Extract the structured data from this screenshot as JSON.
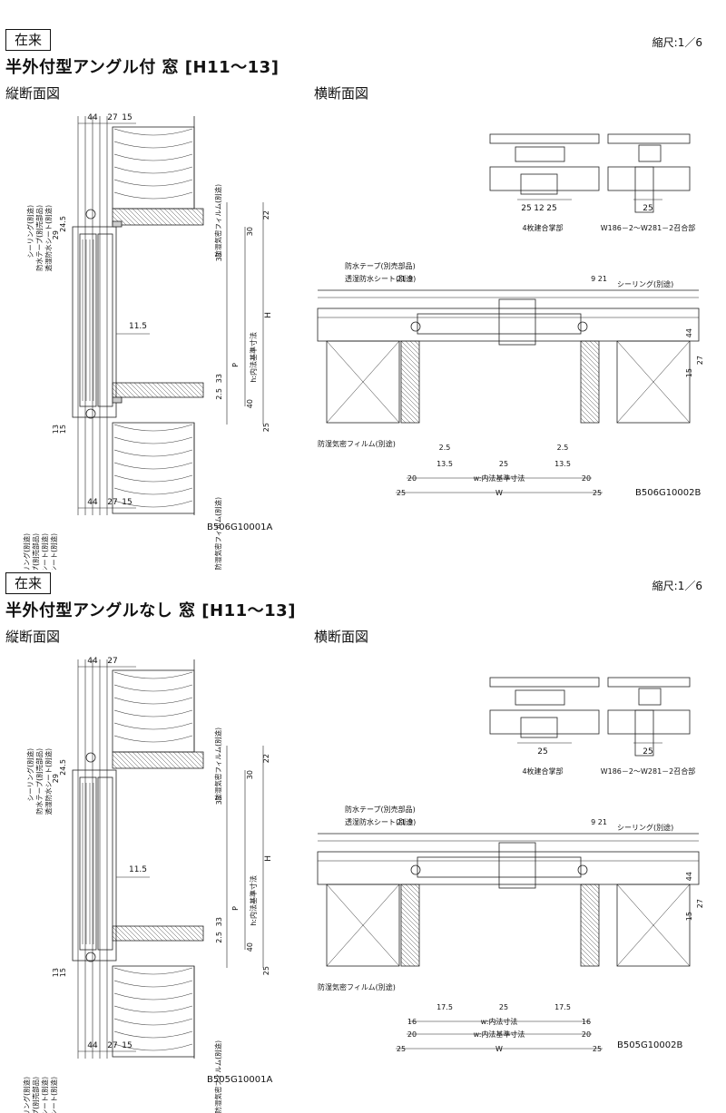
{
  "sections": [
    {
      "tag": "在来",
      "scale": "縮尺:1／6",
      "title": "半外付型アングル付 窓 [H11～13]",
      "vertical_label": "縦断面図",
      "horizontal_label": "横断面図",
      "code_vertical": "B506G10001A",
      "code_horizontal": "B506G10002B",
      "v_dims_top": [
        "44",
        "27",
        "15"
      ],
      "v_dims_bottom": [
        "44",
        "27",
        "15"
      ],
      "v_dims_right": [
        "22",
        "30",
        "33",
        "33",
        "2.5",
        "40",
        "25"
      ],
      "v_dims_left": [
        "29",
        "24.5",
        "13",
        "15"
      ],
      "v_mid": "11.5",
      "v_h_inner": "h:内法基準寸法",
      "v_H": "H",
      "v_P": "P",
      "v_labels_top": [
        "シーリング(別途)",
        "防水テープ(別売部品)",
        "透湿防水シート(別途)"
      ],
      "v_label_film_top": "防湿気密フィルム(別途)",
      "v_labels_bottom": [
        "シーリング(別途)",
        "防水テープ(別売部品)",
        "先張防水シート(別途)",
        "透湿防水シート(別途)"
      ],
      "v_label_film_bottom": "防湿気密フィルム(別途)",
      "h_detail_a_dims": [
        "25",
        "12",
        "25"
      ],
      "h_detail_a_caption": "4枚建合掌部",
      "h_detail_b_dims": [
        "25"
      ],
      "h_detail_b_caption": "W186－2～W281－2召合部",
      "h_labels_left": [
        "防水テープ(別売部品)",
        "透湿防水シート(別途)"
      ],
      "h_label_right": "シーリング(別途)",
      "h_label_film": "防湿気密フィルム(別途)",
      "h_top_left": "21 9",
      "h_top_right": "9 21",
      "h_right_dims": [
        "44",
        "27",
        "15"
      ],
      "h_bottom_a": [
        "2.5",
        "2.5"
      ],
      "h_bottom_b": [
        "13.5",
        "25",
        "13.5"
      ],
      "h_bottom_row2": [
        "20",
        "w:内法基準寸法",
        "20"
      ],
      "h_bottom_row3": [
        "25",
        "W",
        "25"
      ]
    },
    {
      "tag": "在来",
      "scale": "縮尺:1／6",
      "title": "半外付型アングルなし 窓 [H11～13]",
      "vertical_label": "縦断面図",
      "horizontal_label": "横断面図",
      "code_vertical": "B505G10001A",
      "code_horizontal": "B505G10002B",
      "v_dims_top": [
        "44",
        "27"
      ],
      "v_dims_bottom": [
        "44",
        "27",
        "15"
      ],
      "v_dims_right": [
        "22",
        "30",
        "33",
        "33",
        "2.5",
        "40",
        "25"
      ],
      "v_dims_left": [
        "29",
        "24.5",
        "13",
        "15"
      ],
      "v_mid": "11.5",
      "v_h_inner": "h:内法基準寸法",
      "v_H": "H",
      "v_P": "P",
      "v_labels_top": [
        "シーリング(別途)",
        "防水テープ(別売部品)",
        "透湿防水シート(別途)"
      ],
      "v_label_film_top": "防湿気密フィルム(別途)",
      "v_labels_bottom": [
        "シーリング(別途)",
        "防水テープ(別売部品)",
        "先張防水シート(別途)",
        "透湿防水シート(別途)"
      ],
      "v_label_film_bottom": "防湿気密フィルム(別途)",
      "h_detail_a_dims": [
        "25"
      ],
      "h_detail_a_caption": "4枚建合掌部",
      "h_detail_b_dims": [
        "25"
      ],
      "h_detail_b_caption": "W186－2～W281－2召合部",
      "h_labels_left": [
        "防水テープ(別売部品)",
        "透湿防水シート(別途)"
      ],
      "h_label_right": "シーリング(別途)",
      "h_label_film": "防湿気密フィルム(別途)",
      "h_top_left": "21 9",
      "h_top_right": "9 21",
      "h_right_dims": [
        "44",
        "27",
        "15"
      ],
      "h_bottom_a": [],
      "h_bottom_b": [
        "17.5",
        "25",
        "17.5"
      ],
      "h_bottom_row1": [
        "16",
        "w:内法寸法",
        "16"
      ],
      "h_bottom_row2": [
        "20",
        "w:内法基準寸法",
        "20"
      ],
      "h_bottom_row3": [
        "25",
        "W",
        "25"
      ]
    }
  ]
}
